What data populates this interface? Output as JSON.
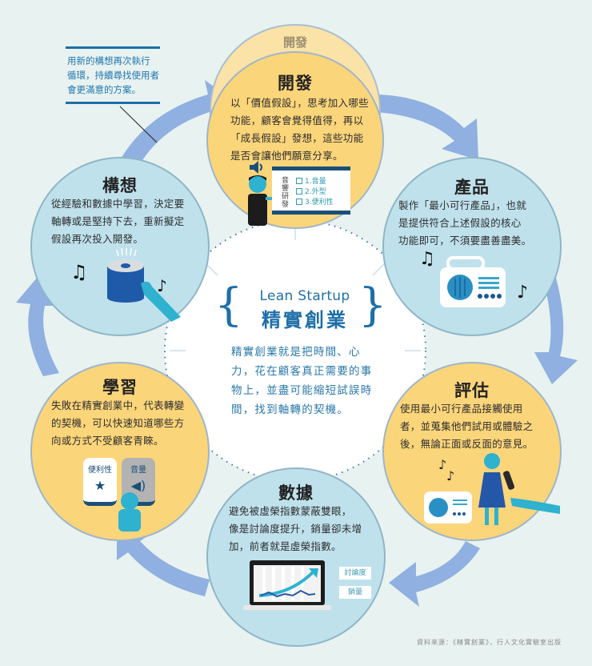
{
  "note": {
    "lines": [
      "用新的構想再次執行",
      "循環，持續尋找使用者",
      "會更滿意的方案。"
    ]
  },
  "ghost_label": "開發",
  "nodes": {
    "develop": {
      "title": "開發",
      "lines": [
        "以「價值假設」，思考加入哪些",
        "功能，顧客會覺得值得，再以",
        "「成長假設」發想，這些功能",
        "是否會讓他們願意分享。"
      ],
      "board": {
        "vertical_label": "音響研發",
        "items": [
          "1.音量",
          "2.外型",
          "3.便利性"
        ]
      }
    },
    "product": {
      "title": "產品",
      "lines": [
        "製作「最小可行產品」，也就",
        "是提供符合上述假設的核心",
        "功能即可，不須要盡善盡美。"
      ]
    },
    "evaluate": {
      "title": "評估",
      "lines": [
        "使用最小可行產品接觸使用",
        "者，並蒐集他們試用或體驗之",
        "後，無論正面或反面的意見。"
      ]
    },
    "data": {
      "title": "數據",
      "lines": [
        "避免被虛榮指數蒙蔽雙眼，",
        "像是討論度提升，銷量卻未增",
        "加，前者就是虛榮指數。"
      ],
      "chart_tags": [
        "討論度",
        "銷量"
      ]
    },
    "learn": {
      "title": "學習",
      "lines": [
        "失敗在精實創業中，代表轉變",
        "的契機，可以快速知道哪些方",
        "向或方式不受顧客青睞。"
      ],
      "cards": [
        "便利性",
        "音量"
      ]
    },
    "ideate": {
      "title": "構想",
      "lines": [
        "從經驗和數據中學習，決定要",
        "軸轉或是堅持下去，重新擬定",
        "假設再次投入開發。"
      ]
    }
  },
  "center": {
    "en": "Lean Startup",
    "zh": "精實創業",
    "lines": [
      "精實創業就是把時間、心",
      "力，花在顧客真正需要的事",
      "物上，並盡可能縮短試誤時",
      "間，找到軸轉的契機。"
    ]
  },
  "source": "資料來源：《精實創業》，行人文化實驗室出版",
  "colors": {
    "background": "#e8f2f0",
    "blue_circle": "#bfe1ec",
    "yellow_circle": "#fbd57a",
    "arrow": "#8fb0e0",
    "accent_blue": "#1e6fa8",
    "teal_text": "#2a78a9"
  }
}
